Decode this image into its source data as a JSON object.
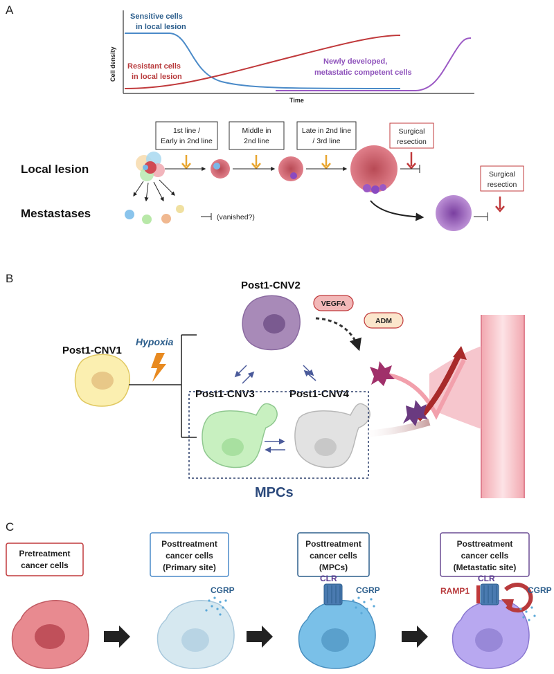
{
  "panel_a": {
    "letter": "A",
    "y_axis_label": "Cell density",
    "x_axis_label": "Time",
    "curves": {
      "sensitive_label": [
        "Sensitive cells",
        "in local lesion"
      ],
      "resistant_label": [
        "Resistant cells",
        "in local lesion"
      ],
      "new_label": [
        "Newly developed,",
        "metastatic competent cells"
      ],
      "colors": {
        "sensitive": "#4a8ac8",
        "resistant": "#c0393b",
        "new": "#9b59c4"
      }
    },
    "stage_boxes": [
      [
        "1st line /",
        "Early in 2nd line"
      ],
      [
        "Middle in",
        "2nd line"
      ],
      [
        "Late in 2nd line",
        "/ 3rd line"
      ]
    ],
    "surgical_box_1": [
      "Surgical",
      "resection"
    ],
    "surgical_box_2": [
      "Surgical",
      "resection"
    ],
    "row_local": "Local lesion",
    "row_met": "Mestastases",
    "vanished": "(vanished?)"
  },
  "panel_b": {
    "letter": "B",
    "cnv1": "Post1-CNV1",
    "cnv2": "Post1-CNV2",
    "cnv3": "Post1-CNV3",
    "cnv4": "Post1-CNV4",
    "hypoxia": "Hypoxia",
    "vegfa": "VEGFA",
    "adm": "ADM",
    "mpcs": "MPCs"
  },
  "panel_c": {
    "letter": "C",
    "boxes": [
      {
        "lines": [
          "Pretreatment",
          "cancer cells"
        ],
        "border": "#c0393b"
      },
      {
        "lines": [
          "Posttreatment",
          "cancer cells",
          "(Primary site)"
        ],
        "border": "#4a8ac8"
      },
      {
        "lines": [
          "Posttreatment",
          "cancer cells",
          "(MPCs)"
        ],
        "border": "#2c5e8c"
      },
      {
        "lines": [
          "Posttreatment",
          "cancer cells",
          "(Metastatic site)"
        ],
        "border": "#6a4c93"
      }
    ],
    "cgrp": "CGRP",
    "clr": "CLR",
    "ramp1": "RAMP1"
  }
}
